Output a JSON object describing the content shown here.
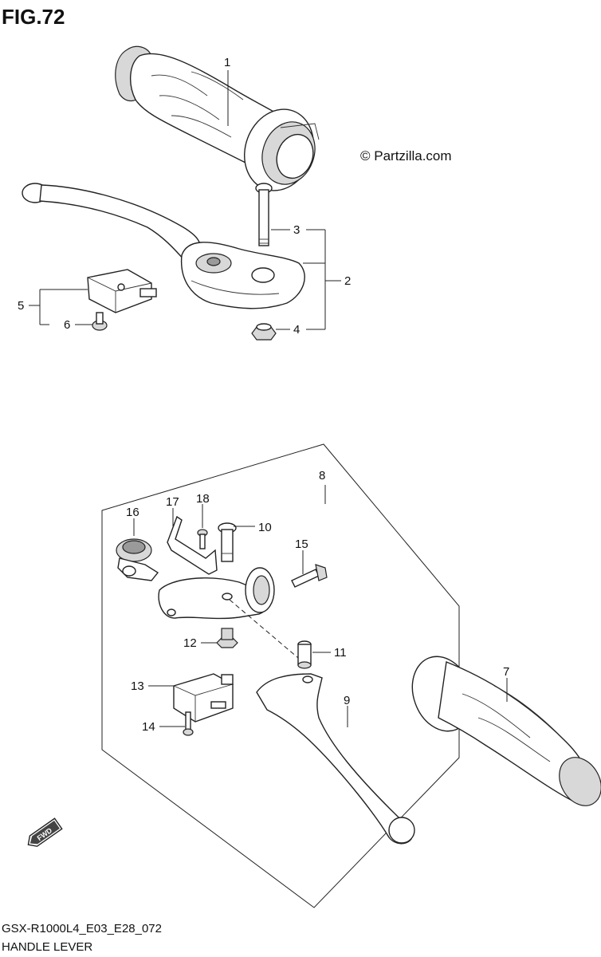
{
  "figure": {
    "title": "FIG.72",
    "copyright": "© Partzilla.com",
    "model_code": "GSX-R1000L4_E03_E28_072",
    "section_name": "HANDLE LEVER",
    "direction_badge": "FWD"
  },
  "callouts": [
    {
      "id": "1",
      "label": "1"
    },
    {
      "id": "2",
      "label": "2"
    },
    {
      "id": "3",
      "label": "3"
    },
    {
      "id": "4",
      "label": "4"
    },
    {
      "id": "5",
      "label": "5"
    },
    {
      "id": "6",
      "label": "6"
    },
    {
      "id": "7",
      "label": "7"
    },
    {
      "id": "8",
      "label": "8"
    },
    {
      "id": "9",
      "label": "9"
    },
    {
      "id": "10",
      "label": "10"
    },
    {
      "id": "11",
      "label": "11"
    },
    {
      "id": "12",
      "label": "12"
    },
    {
      "id": "13",
      "label": "13"
    },
    {
      "id": "14",
      "label": "14"
    },
    {
      "id": "15",
      "label": "15"
    },
    {
      "id": "16",
      "label": "16"
    },
    {
      "id": "17",
      "label": "17"
    },
    {
      "id": "18",
      "label": "18"
    }
  ]
}
